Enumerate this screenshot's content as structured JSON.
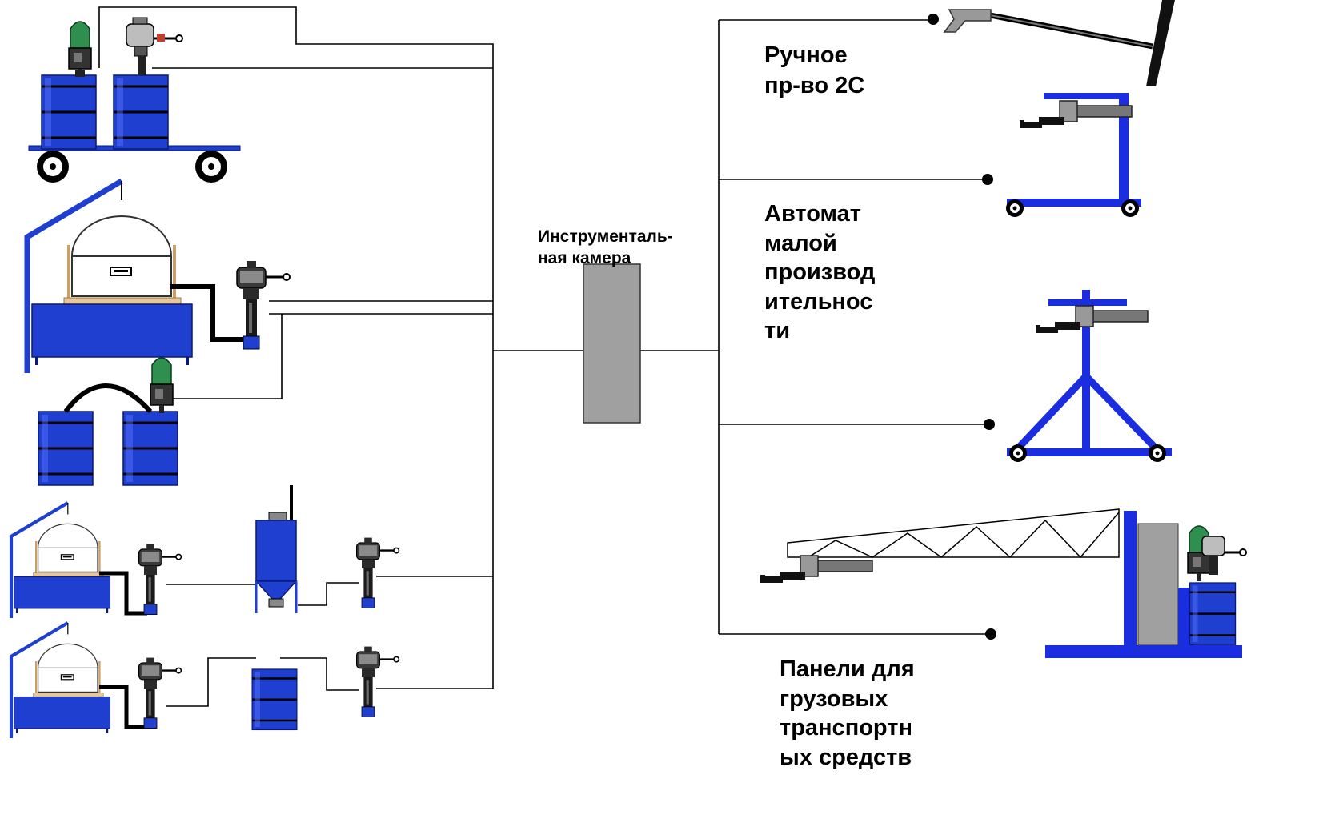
{
  "labels": {
    "tool_chamber": [
      "Инструменталь-",
      "ная камера"
    ],
    "manual": [
      "Ручное",
      "пр-во 2С"
    ],
    "automat": [
      "Автомат",
      "малой",
      "производ",
      "ительнос",
      "ти"
    ],
    "trucks": [
      "Панели для",
      "грузовых",
      "транспортн",
      "ых средств"
    ]
  },
  "colors": {
    "equipment_blue": "#1f3fd0",
    "drum_dark": "#0f2590",
    "frame_blue": "#1a2ee0",
    "pump_dark": "#1a1a1a",
    "pump_gray": "#8a8a8a",
    "green": "#2f8f4f",
    "chamber_gray": "#a0a0a0",
    "line": "#000000"
  }
}
